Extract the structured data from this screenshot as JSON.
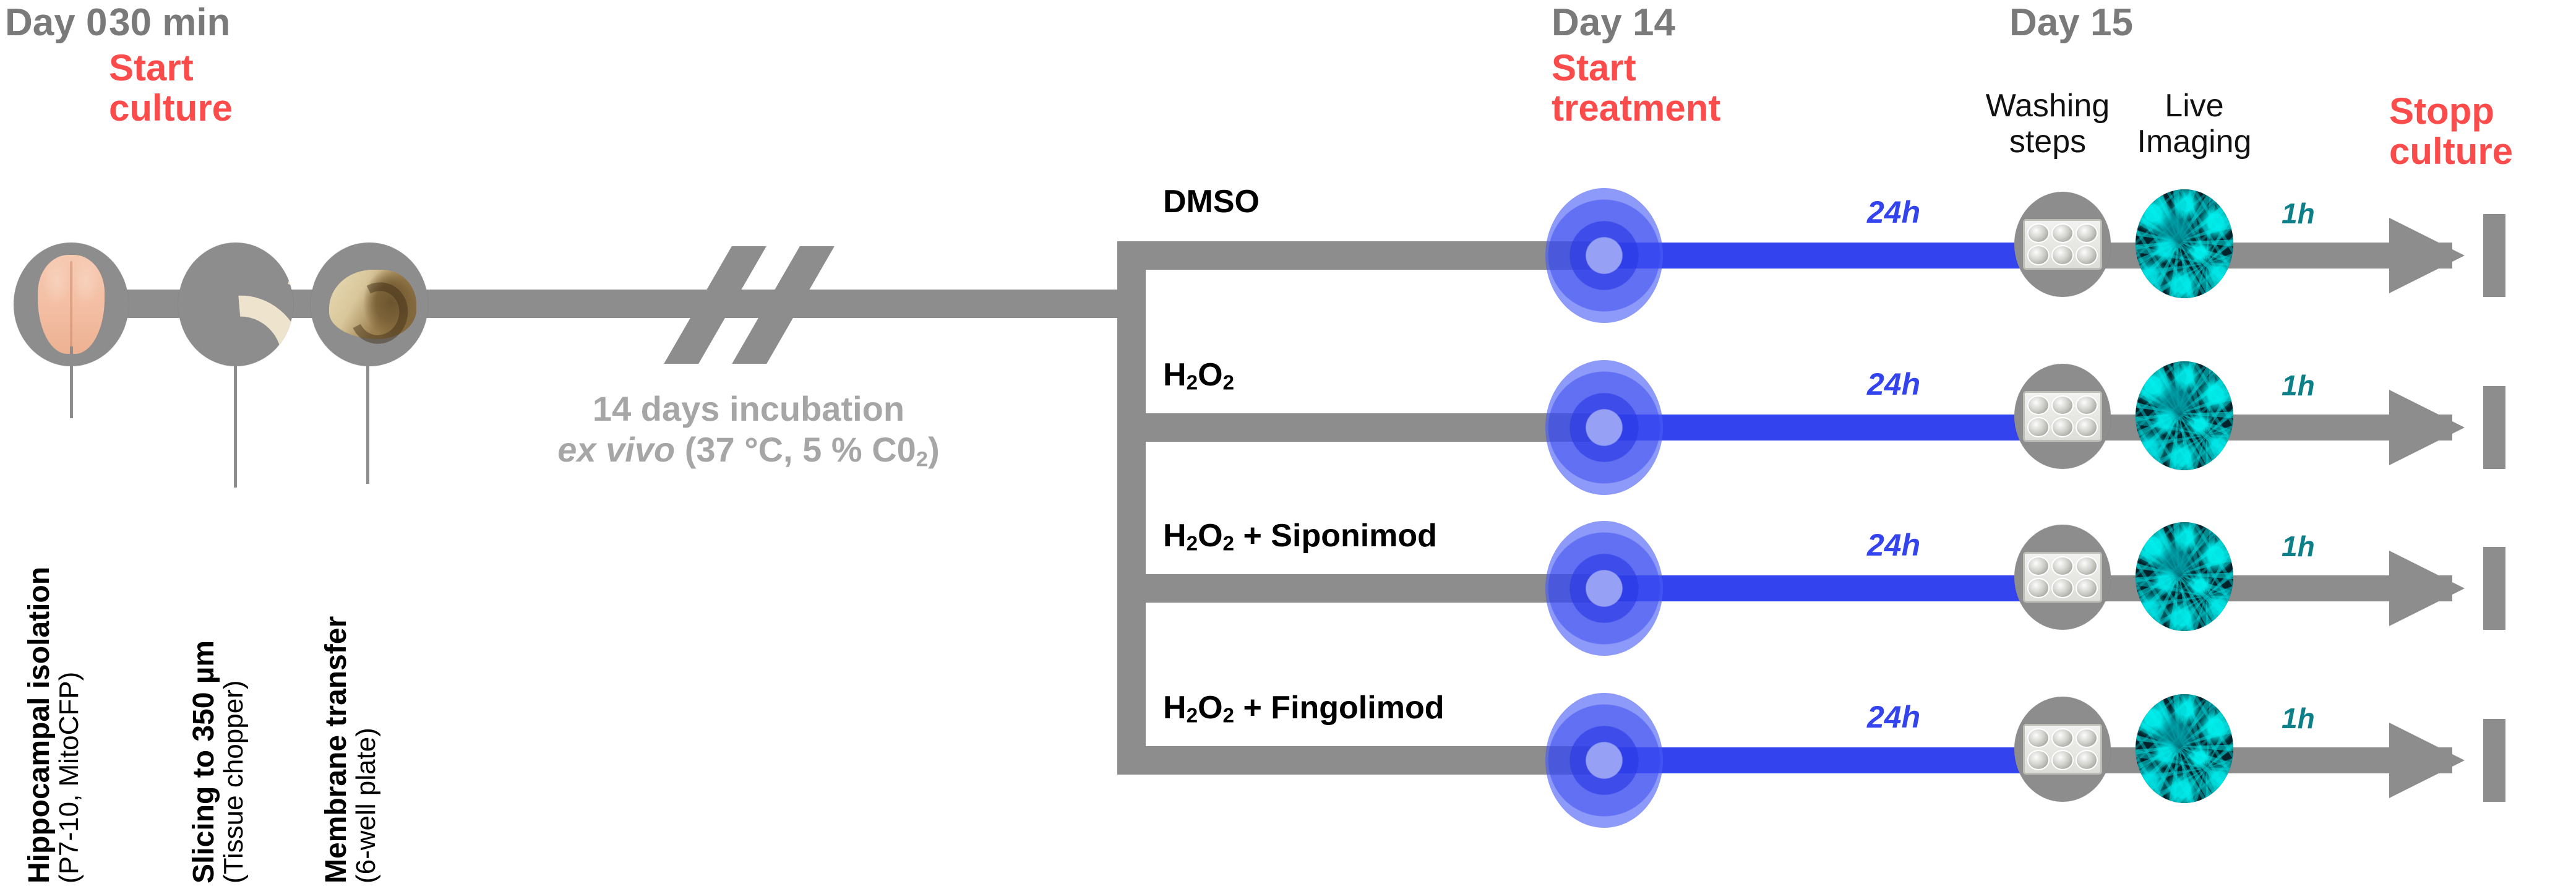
{
  "figure": {
    "type": "experimental-timeline",
    "title": "Organotypic hippocampal slice culture experimental timeline"
  },
  "timepoints": [
    {
      "id": "day0",
      "label": "Day 0"
    },
    {
      "id": "min30",
      "label": "30 min"
    },
    {
      "id": "day14",
      "label": "Day 14"
    },
    {
      "id": "day15",
      "label": "Day 15"
    }
  ],
  "events": {
    "start_culture": "Start\nculture",
    "start_treatment": "Start\ntreatment",
    "washing_steps": "Washing\nsteps",
    "live_imaging": "Live\nImaging",
    "stopp_culture": "Stopp\nculture"
  },
  "steps": [
    {
      "id": "isolation",
      "main": "Hippocampal isolation",
      "sub": "(P7-10, MitoCFP)",
      "icon": "brain-icon"
    },
    {
      "id": "slicing",
      "main": "Slicing to 350 µm",
      "sub": "(Tissue chopper)",
      "icon": "slices-icon"
    },
    {
      "id": "transfer",
      "main": "Membrane transfer",
      "sub": "(6-well plate)",
      "icon": "membrane-slice-icon"
    }
  ],
  "incubation": {
    "line1": "14 days incubation",
    "line2_italic": "ex vivo",
    "line2_rest_a": " (37 °C, 5 % C0",
    "line2_sub": "2",
    "line2_rest_b": ")"
  },
  "treatment_rows": [
    {
      "id": "dmso",
      "label_html": "DMSO",
      "duration_treat": "24h",
      "duration_image": "1h"
    },
    {
      "id": "h2o2",
      "label_html": "H<sub>2</sub>O<sub>2</sub>",
      "duration_treat": "24h",
      "duration_image": "1h"
    },
    {
      "id": "siponimod",
      "label_html": "H<sub>2</sub>O<sub>2</sub> + Siponimod",
      "duration_treat": "24h",
      "duration_image": "1h"
    },
    {
      "id": "fingolimod",
      "label_html": "H<sub>2</sub>O<sub>2</sub> + Fingolimod",
      "duration_treat": "24h",
      "duration_image": "1h"
    }
  ],
  "icons": {
    "brain": "brain-icon",
    "slices": "hippocampal-slices-icon",
    "membrane": "membrane-slice-icon",
    "plate": "six-well-plate-icon",
    "fluorescence": "fluorescence-imaging-icon",
    "treatment_dot": "treatment-drop-icon",
    "arrow": "arrow-head-icon",
    "break": "timeline-break-icon"
  },
  "colors": {
    "grey_timeline": "#8d8d8d",
    "grey_text": "#7a7a7a",
    "red_accent": "#fc4b4b",
    "blue_treatment": "#3344ee",
    "teal_imaging": "#0c7f88",
    "black_text": "#111111"
  }
}
